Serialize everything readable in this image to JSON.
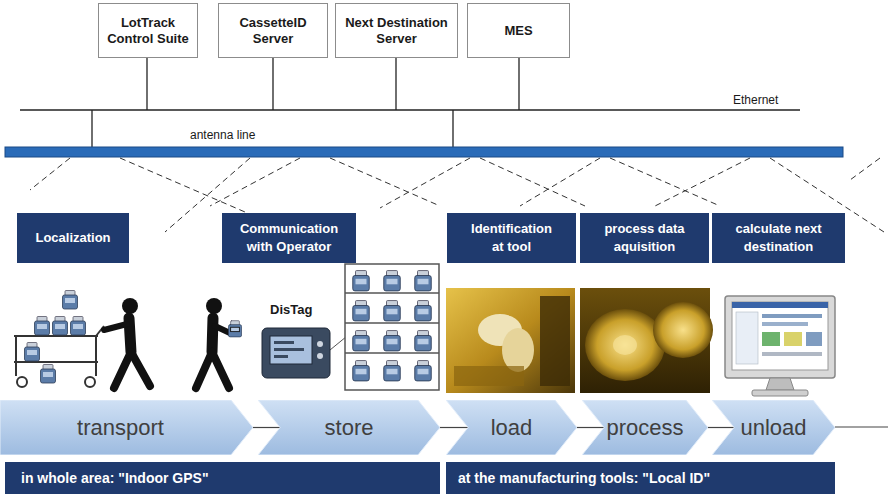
{
  "diagram": {
    "nodes": [
      {
        "text": [
          "LotTrack Control Suite"
        ]
      },
      {
        "text": [
          "CassetteID Server"
        ]
      },
      {
        "text": [
          "Next Destination Server"
        ]
      },
      {
        "text": [
          "MES"
        ]
      },
      {
        "text": [
          "Localization"
        ]
      },
      {
        "text": [
          "Communication with Operator"
        ]
      },
      {
        "text": [
          "Identification at tool"
        ]
      },
      {
        "text": [
          "process data aquisition"
        ]
      },
      {
        "text": [
          "calculate next destination"
        ]
      },
      {
        "text": [
          "transport"
        ]
      },
      {
        "text": [
          "store"
        ]
      },
      {
        "text": [
          "load"
        ]
      },
      {
        "text": [
          "process"
        ]
      },
      {
        "text": [
          "unload"
        ]
      },
      {
        "text": [
          "in whole area: \"Indoor GPS\""
        ]
      },
      {
        "text": [
          "at the manufacturing tools: \"Local ID\""
        ]
      }
    ],
    "edges": [
      {
        "from": 9,
        "to": 10,
        "arrow": "none"
      },
      {
        "from": 10,
        "to": 11,
        "arrow": "none"
      },
      {
        "from": 11,
        "to": 12,
        "arrow": "none"
      },
      {
        "from": 12,
        "to": 13,
        "arrow": "none"
      }
    ],
    "labels": [
      "Ethernet",
      "antenna line",
      "DisTag"
    ]
  }
}
